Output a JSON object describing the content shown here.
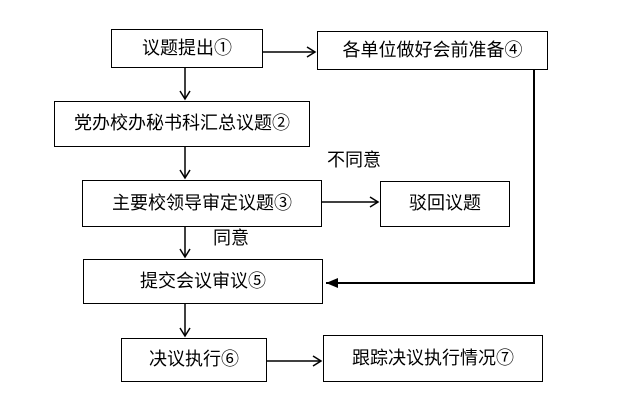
{
  "diagram": {
    "type": "flowchart",
    "background": "#ffffff",
    "line_color": "#000000",
    "nodes": {
      "n1": {
        "label": "议题提出①"
      },
      "n2": {
        "label": "党办校办秘书科汇总议题②"
      },
      "n3": {
        "label": "主要校领导审定议题③"
      },
      "n4": {
        "label": "各单位做好会前准备④"
      },
      "reject": {
        "label": "驳回议题"
      },
      "n5": {
        "label": "提交会议审议⑤"
      },
      "n6": {
        "label": "决议执行⑥"
      },
      "n7": {
        "label": "跟踪决议执行情况⑦"
      }
    },
    "edge_labels": {
      "disagree": "不同意",
      "agree": "同意"
    },
    "edges": [
      {
        "from": "n1",
        "to": "n4",
        "label": ""
      },
      {
        "from": "n1",
        "to": "n2",
        "label": ""
      },
      {
        "from": "n2",
        "to": "n3",
        "label": ""
      },
      {
        "from": "n3",
        "to": "reject",
        "label": "不同意"
      },
      {
        "from": "n3",
        "to": "n5",
        "label": "同意"
      },
      {
        "from": "n4",
        "to": "n5",
        "label": ""
      },
      {
        "from": "n5",
        "to": "n6",
        "label": ""
      },
      {
        "from": "n6",
        "to": "n7",
        "label": ""
      }
    ]
  }
}
